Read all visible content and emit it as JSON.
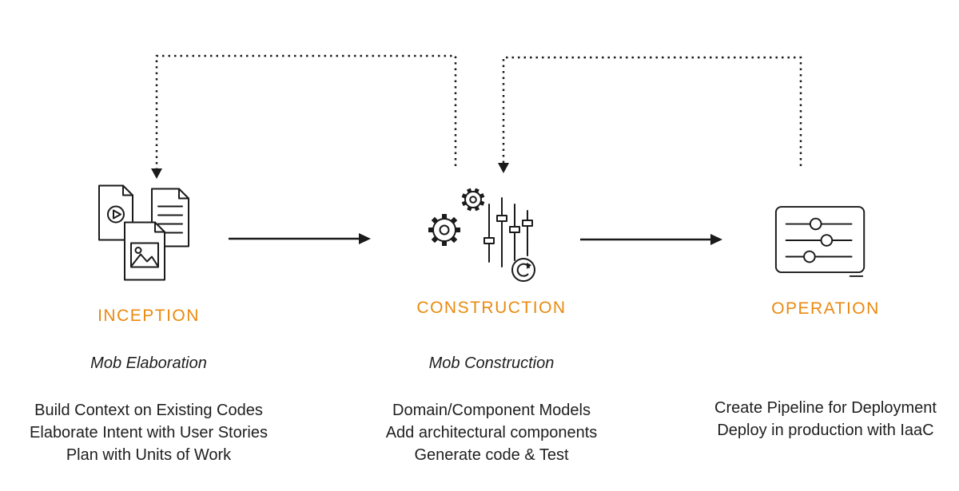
{
  "colors": {
    "accent": "#E98A0F",
    "text": "#1e1e1e",
    "line": "#1a1a1a"
  },
  "phases": [
    {
      "label": "INCEPTION",
      "subtitle": "Mob Elaboration",
      "icon": "documents-icon",
      "lines": [
        "Build Context on Existing Codes",
        "Elaborate Intent with User Stories",
        "Plan with Units of Work"
      ]
    },
    {
      "label": "CONSTRUCTION",
      "subtitle": "Mob Construction",
      "icon": "gears-sliders-icon",
      "lines": [
        "Domain/Component Models",
        "Add architectural components",
        "Generate code & Test"
      ]
    },
    {
      "label": "OPERATION",
      "subtitle": "",
      "icon": "sliders-panel-icon",
      "lines": [
        "Create Pipeline for Deployment",
        "Deploy in production with IaaC"
      ]
    }
  ],
  "connectors": {
    "flow": [
      "inception-to-construction",
      "construction-to-operation"
    ],
    "feedback": [
      "construction-to-inception",
      "operation-to-construction"
    ]
  }
}
